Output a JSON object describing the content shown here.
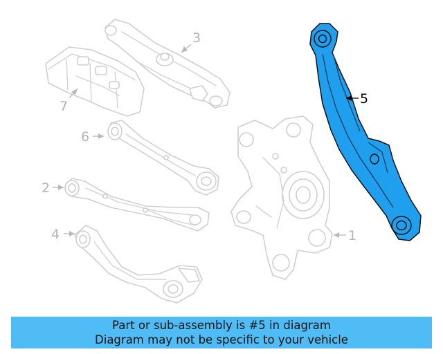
{
  "diagram": {
    "callouts": {
      "c1": "1",
      "c2": "2",
      "c3": "3",
      "c4": "4",
      "c5": "5",
      "c6": "6",
      "c7": "7"
    },
    "highlighted_part": "5",
    "colors": {
      "highlight": "#1f9fee",
      "ghost_outline": "#cfcfcf",
      "callout_inactive": "#b3b3b3",
      "banner": "#4fbcf5"
    }
  },
  "banner": {
    "line1": "Part or sub-assembly is #5 in diagram",
    "line2": "Diagram may not be specific to your vehicle"
  }
}
